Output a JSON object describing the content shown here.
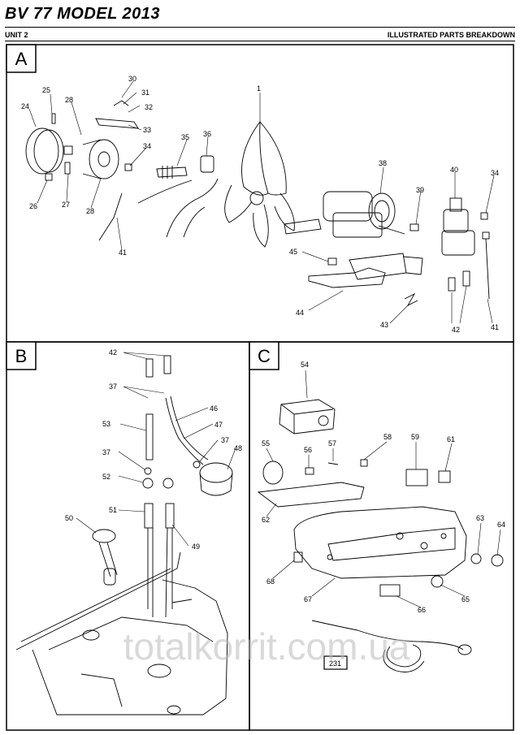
{
  "header": {
    "title": "BV 77 MODEL 2013",
    "unit": "UNIT 2",
    "section": "ILLUSTRATED PARTS BREAKDOWN"
  },
  "panels": {
    "a": "A",
    "b": "B",
    "c": "C"
  },
  "callouts": {
    "a": {
      "c30": "30",
      "c31": "31",
      "c32": "32",
      "c33": "33",
      "c1": "1",
      "c25": "25",
      "c28a": "28",
      "c24": "24",
      "c35": "35",
      "c36": "36",
      "c34a": "34",
      "c26": "26",
      "c27": "27",
      "c28b": "28",
      "c41a": "41",
      "c38": "38",
      "c40": "40",
      "c34b": "34",
      "c39": "39",
      "c45": "45",
      "c44": "44",
      "c43": "43",
      "c42": "42",
      "c41b": "41"
    },
    "b": {
      "c42": "42",
      "c37a": "37",
      "c46": "46",
      "c53": "53",
      "c47": "47",
      "c37b": "37",
      "c48": "48",
      "c37c": "37",
      "c52": "52",
      "c50": "50",
      "c51": "51",
      "c49": "49"
    },
    "c": {
      "c54": "54",
      "c55": "55",
      "c56": "56",
      "c57": "57",
      "c58": "58",
      "c59": "59",
      "c61": "61",
      "c62": "62",
      "c63": "63",
      "c64": "64",
      "c68": "68",
      "c67": "67",
      "c65": "65",
      "c66": "66",
      "c231": "231"
    }
  },
  "watermark": "totalkorrit.com.ua"
}
